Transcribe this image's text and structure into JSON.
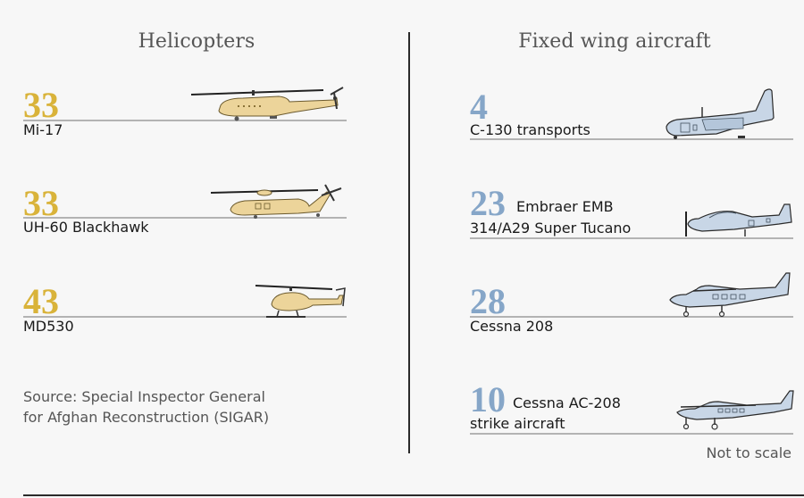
{
  "chart_data": {
    "type": "table",
    "title": "",
    "groups": [
      {
        "name": "Helicopters",
        "color": "#d9b33a",
        "items": [
          {
            "label": "Mi-17",
            "value": 33
          },
          {
            "label": "UH-60 Blackhawk",
            "value": 33
          },
          {
            "label": "MD530",
            "value": 43
          }
        ]
      },
      {
        "name": "Fixed wing aircraft",
        "color": "#86a6c8",
        "items": [
          {
            "label": "C-130 transports",
            "value": 4
          },
          {
            "label": "Embraer EMB 314/A29 Super Tucano",
            "value": 23
          },
          {
            "label": "Cessna 208",
            "value": 28
          },
          {
            "label": "Cessna AC-208 strike aircraft",
            "value": 10
          }
        ]
      }
    ],
    "source": "Source: Special Inspector General for Afghan Reconstruction (SIGAR)",
    "note": "Not to scale"
  },
  "helicopters": {
    "title": "Helicopters",
    "items": [
      {
        "value": "33",
        "label": "Mi-17",
        "icon": "mi17-helicopter-icon"
      },
      {
        "value": "33",
        "label": "UH-60 Blackhawk",
        "icon": "uh60-helicopter-icon"
      },
      {
        "value": "43",
        "label": "MD530",
        "icon": "md530-helicopter-icon"
      }
    ]
  },
  "fixed_wing": {
    "title": "Fixed wing aircraft",
    "items": [
      {
        "value": "4",
        "label_line1": "",
        "label_line2": "C-130 transports",
        "icon": "c130-plane-icon"
      },
      {
        "value": "23",
        "label_line1": "Embraer EMB",
        "label_line2": "314/A29 Super Tucano",
        "icon": "super-tucano-plane-icon"
      },
      {
        "value": "28",
        "label_line1": "",
        "label_line2": "Cessna 208",
        "icon": "cessna208-plane-icon"
      },
      {
        "value": "10",
        "label_line1": "Cessna AC-208",
        "label_line2": "strike aircraft",
        "icon": "cessna-ac208-plane-icon"
      }
    ]
  },
  "source": {
    "line1": "Source: Special Inspector General",
    "line2": "for Afghan Reconstruction (SIGAR)"
  },
  "note": "Not to scale",
  "colors": {
    "helicopter_accent": "#d9b33a",
    "helicopter_fill": "#ecd49a",
    "fixed_accent": "#86a6c8",
    "fixed_fill": "#c8d6e6",
    "baseline": "#b3b3b3",
    "divider": "#2a2a2a"
  }
}
